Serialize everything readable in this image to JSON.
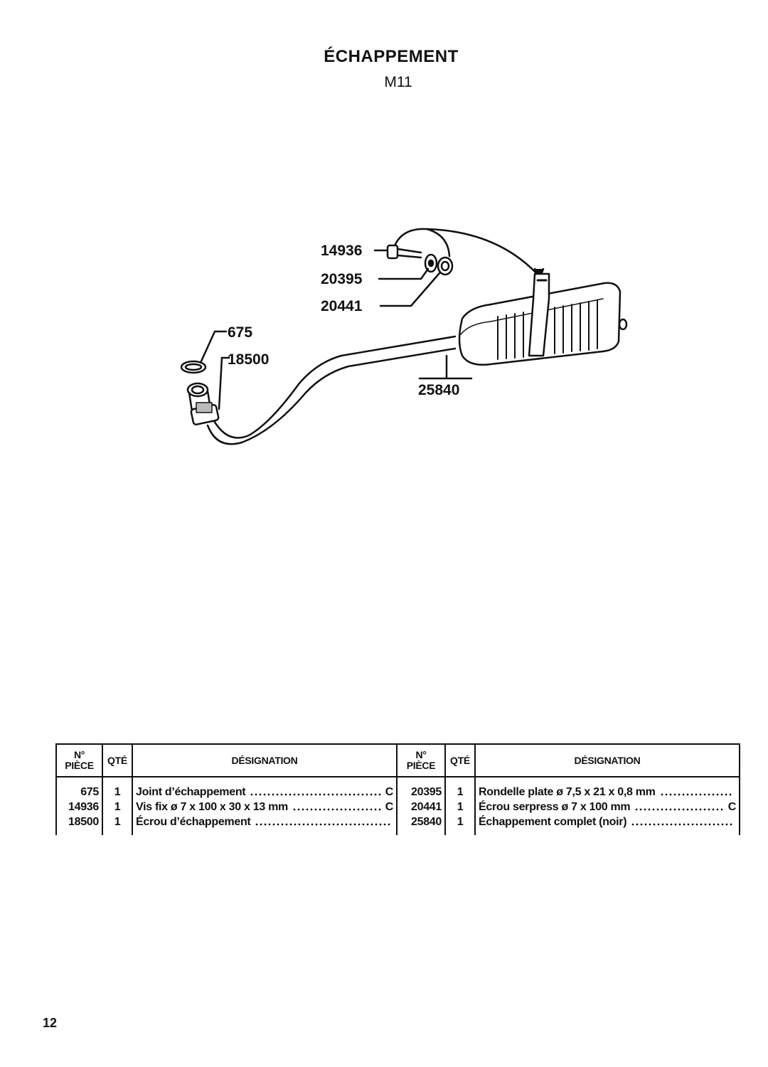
{
  "header": {
    "title": "ÉCHAPPEMENT",
    "subtitle": "M11"
  },
  "diagram": {
    "callouts": [
      "14936",
      "20395",
      "20441",
      "675",
      "18500",
      "25840"
    ]
  },
  "table": {
    "headers": {
      "piece": "N° PIÈCE",
      "piece_top": "N°",
      "piece_bottom": "PIÈCE",
      "qty": "QTÉ",
      "designation": "DÉSIGNATION"
    },
    "left_rows": [
      {
        "piece": "675",
        "qty": "1",
        "designation": "Joint d’échappement",
        "code": "C"
      },
      {
        "piece": "14936",
        "qty": "1",
        "designation": "Vis fix ø 7 x 100 x 30 x 13 mm",
        "code": "C"
      },
      {
        "piece": "18500",
        "qty": "1",
        "designation": "Écrou d’échappement",
        "code": ""
      }
    ],
    "right_rows": [
      {
        "piece": "20395",
        "qty": "1",
        "designation": "Rondelle plate ø 7,5 x 21 x 0,8 mm",
        "code": ""
      },
      {
        "piece": "20441",
        "qty": "1",
        "designation": "Écrou serpress ø 7 x 100 mm",
        "code": "C"
      },
      {
        "piece": "25840",
        "qty": "1",
        "designation": "Échappement complet (noir)",
        "code": ""
      }
    ]
  },
  "footer": {
    "page_number": "12"
  }
}
